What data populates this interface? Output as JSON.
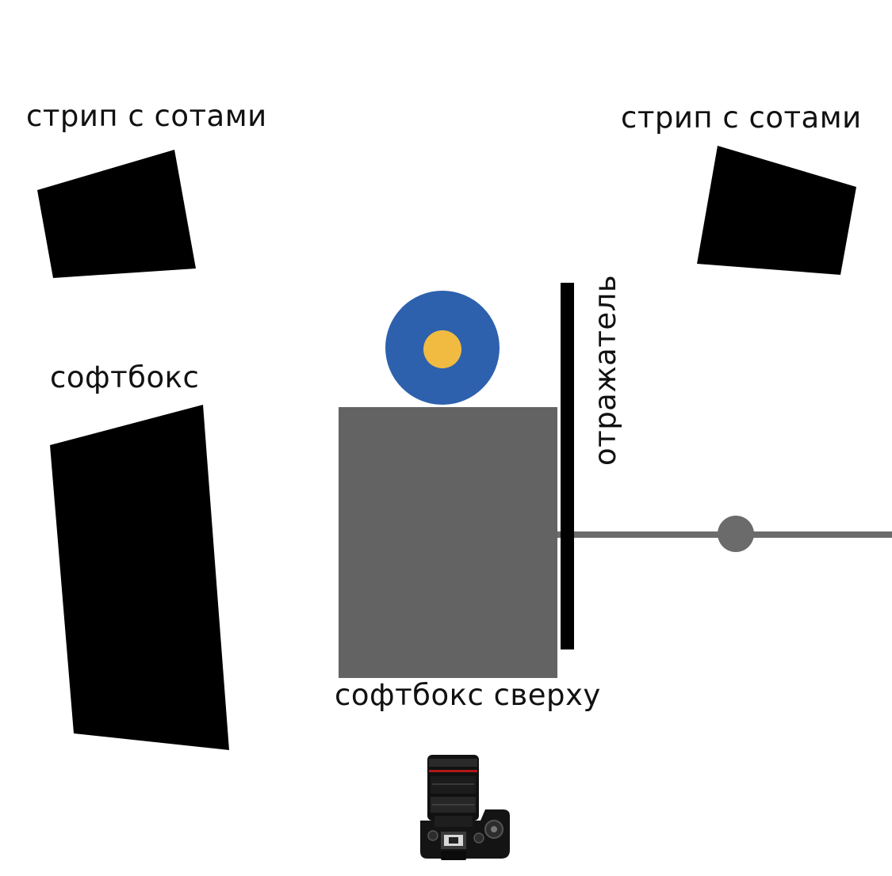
{
  "labels": {
    "strip_left": "стрип с сотами",
    "strip_right": "стрип с сотами",
    "softbox": "софтбокс",
    "softbox_top": "софтбокс сверху",
    "reflector": "отражатель"
  },
  "colors": {
    "light_fill": "#000000",
    "softbox_top_fill": "#636363",
    "subject_outer": "#2d61ad",
    "subject_inner": "#f1bb41",
    "rail": "#6b6b6b",
    "reflector": "#000000"
  },
  "icons": {
    "camera": "camera-icon"
  }
}
